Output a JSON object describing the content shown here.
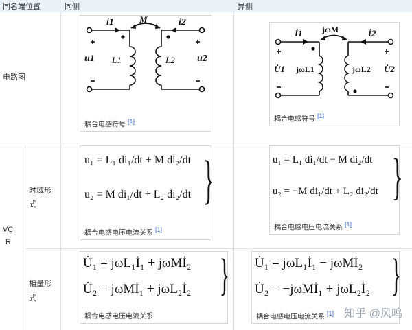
{
  "header": {
    "col_position": "同名端位置",
    "col_same": "同侧",
    "col_opposite": "异侧"
  },
  "rows": {
    "circuit_label": "电路图",
    "vcr_label": "VC\nR",
    "vcr_line1": "VC",
    "vcr_line2": "R",
    "time_label_line1": "时域形",
    "time_label_line2": "式",
    "phasor_label_line1": "相量形",
    "phasor_label_line2": "式"
  },
  "captions": {
    "symbol": "耦合电感符号",
    "relation": "耦合电感电压电流关系",
    "ref": "[1]"
  },
  "circuit_same": {
    "i1": "i1",
    "i2": "i2",
    "M": "M",
    "u1": "u1",
    "u2": "u2",
    "L1": "L1",
    "L2": "L2"
  },
  "circuit_opposite": {
    "i1": "İ1",
    "i2": "İ2",
    "M": "jωM",
    "u1": "U̇1",
    "u2": "U̇2",
    "L1": "jωL1",
    "L2": "jωL2"
  },
  "equations": {
    "time_same_1": "u₁ = L₁ di₁/dt + M di₂/dt",
    "time_same_2": "u₂ = M di₁/dt + L₂ di₂/dt",
    "time_opp_1": "u₁ = L₁ di₁/dt − M di₂/dt",
    "time_opp_2": "u₂ = −M di₁/dt + L₂ di₂/dt",
    "phasor_same_1": "U̇₁ = jωL₁İ₁ + jωMİ₂",
    "phasor_same_2": "U̇₂ = jωMİ₁ + jωL₂İ₂",
    "phasor_opp_1": "U̇₁ = jωL₁İ₁ − jωMİ₂",
    "phasor_opp_2": "U̇₂ = −jωMİ₁ + jωL₂İ₂"
  },
  "watermark": "知乎 @风鸣"
}
